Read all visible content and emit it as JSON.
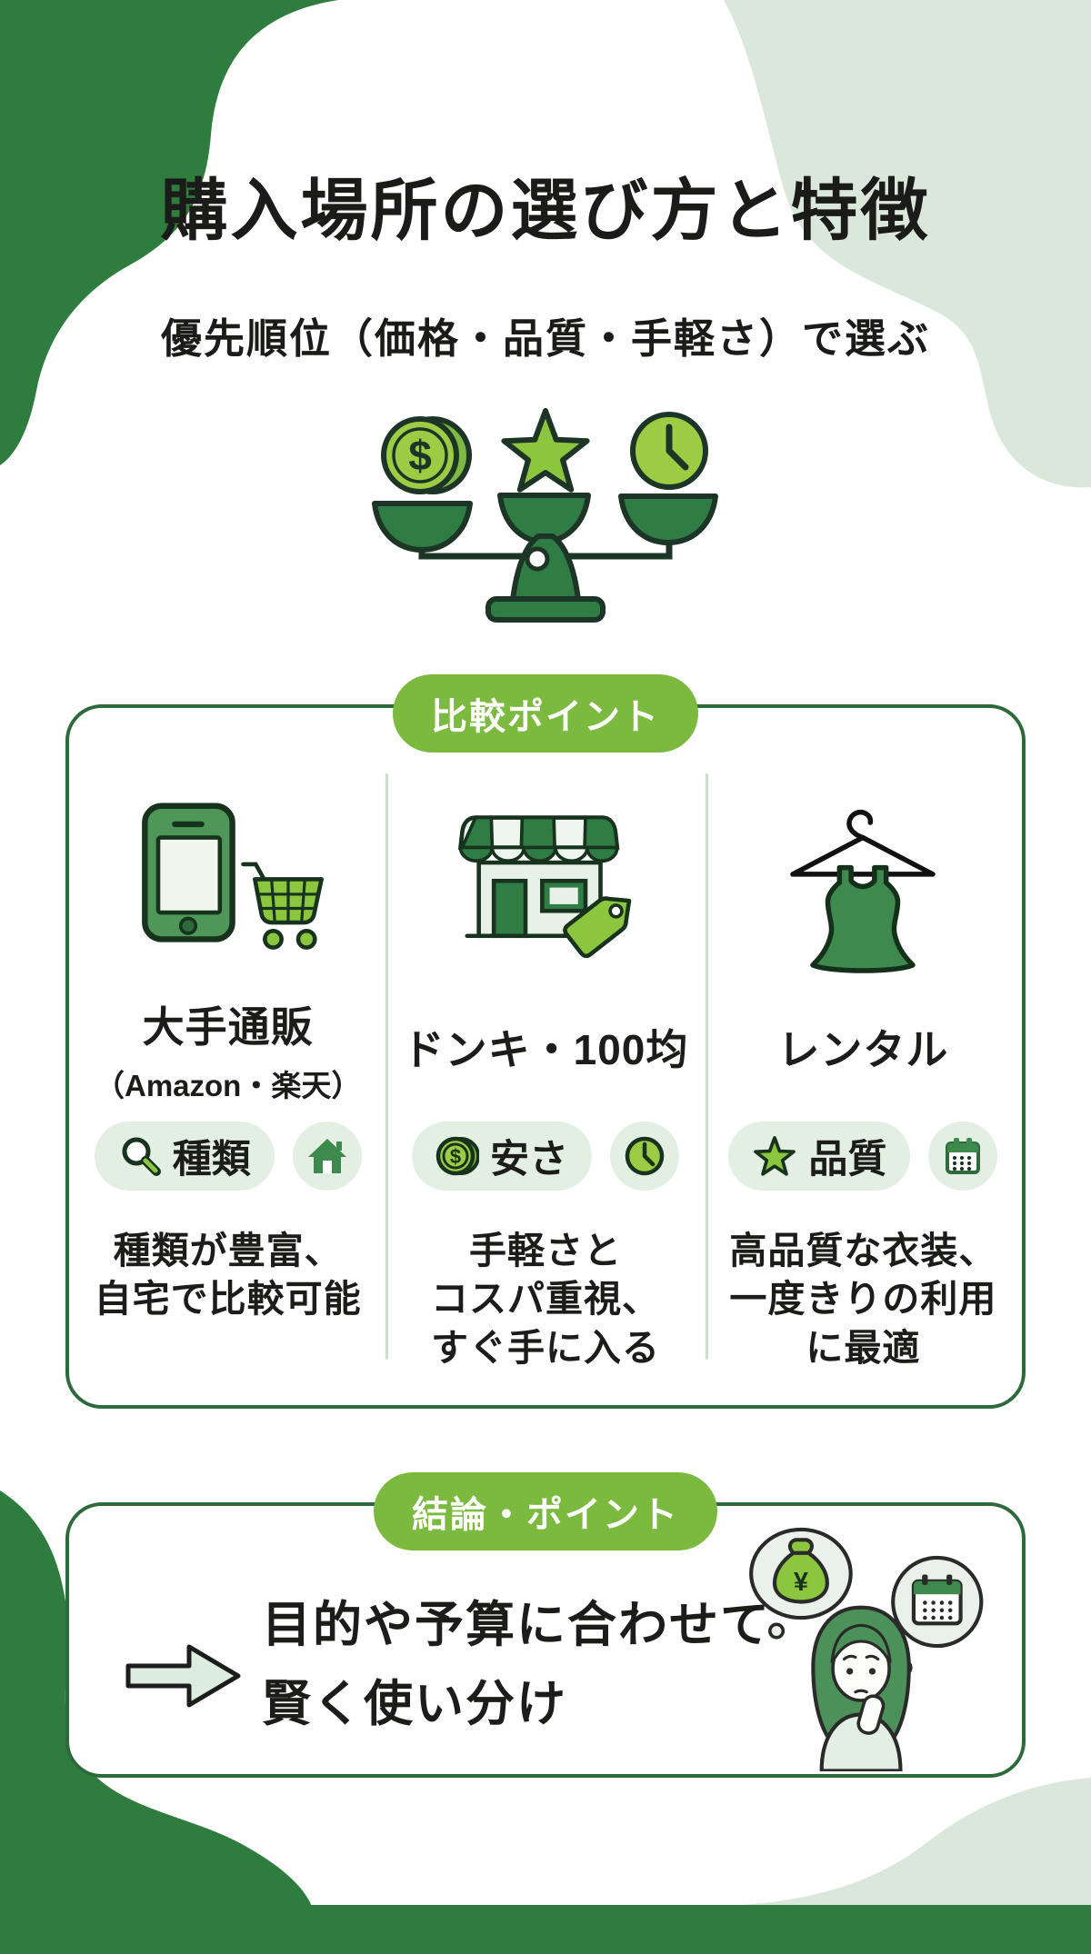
{
  "page": {
    "title": "購入場所の選び方と特徴",
    "subtitle": "優先順位（価格・品質・手軽さ）で選ぶ"
  },
  "comparison": {
    "badge": "比較ポイント",
    "columns": [
      {
        "title": "大手通販",
        "subtitle": "（Amazon・楽天）",
        "tag": "種類",
        "icon": "smartphone-and-shopping-cart",
        "tag_icon": "magnifier",
        "extra_icon": "house",
        "desc": "種類が豊富、\n自宅で比較可能"
      },
      {
        "title": "ドンキ・100均",
        "subtitle": "",
        "tag": "安さ",
        "icon": "storefront-and-price-tag",
        "tag_icon": "dollar-coin",
        "extra_icon": "clock",
        "desc": "手軽さと\nコスパ重視、\nすぐ手に入る"
      },
      {
        "title": "レンタル",
        "subtitle": "",
        "tag": "品質",
        "icon": "dress-on-hanger",
        "tag_icon": "star",
        "extra_icon": "calendar",
        "desc": "高品質な衣装、\n一度きりの利用\nに最適"
      }
    ]
  },
  "conclusion": {
    "badge": "結論・ポイント",
    "line1": "目的や予算に合わせて",
    "line2": "賢く使い分け"
  },
  "icons": {
    "dollar_glyph": "$",
    "yen_glyph": "¥"
  },
  "colors": {
    "dark_green": "#2f7d44",
    "corner_dark": "#2e7d3e",
    "corner_pale": "#dae8dc",
    "badge_green": "#7cb93f",
    "light_green": "#8cc63f",
    "pill_bg": "#e4efe3",
    "border_green": "#2c6a3c",
    "text": "#1c1c1a"
  }
}
